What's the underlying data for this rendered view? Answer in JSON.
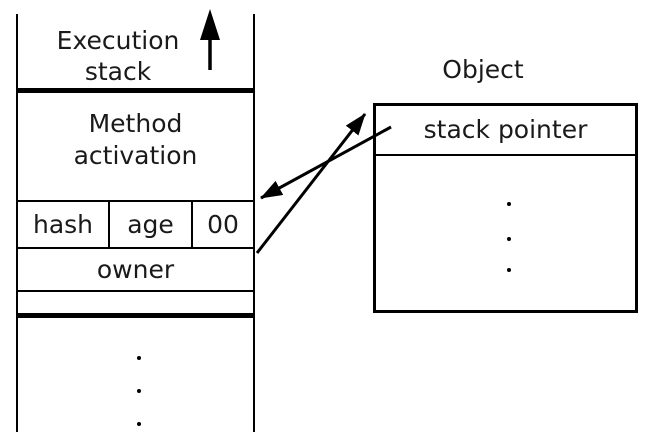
{
  "stack": {
    "label": "Execution stack",
    "method_activation": "Method activation",
    "header_fields": [
      "hash",
      "age",
      "00"
    ],
    "owner": "owner"
  },
  "object": {
    "label": "Object",
    "fields": [
      "stack pointer"
    ]
  },
  "colors": {
    "line": "#000000",
    "text": "#1a1a1a",
    "background": "#ffffff"
  }
}
